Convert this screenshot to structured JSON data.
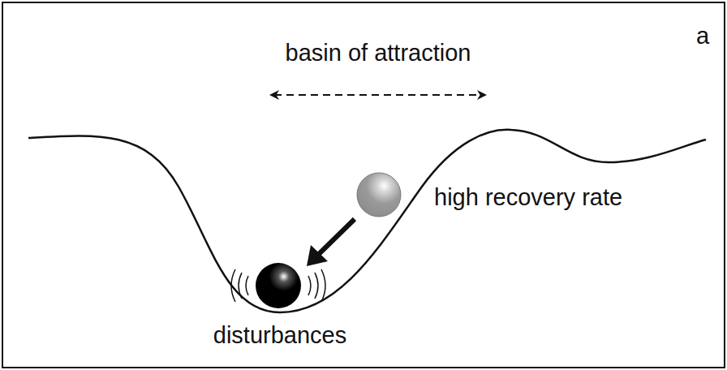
{
  "diagram": {
    "labels": [
      "basin of attraction",
      "high recovery rate",
      "disturbances",
      "a"
    ]
  }
}
